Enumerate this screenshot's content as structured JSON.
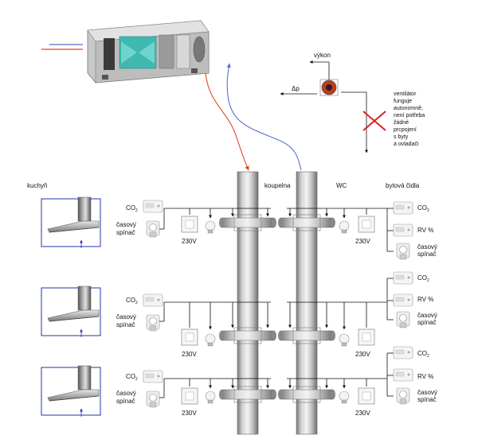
{
  "labels": {
    "kitchen": "kuchyň",
    "bathroom": "koupelna",
    "wc": "WC",
    "room_sensors": "bytová čidla",
    "output": "výkon",
    "delta_p": "Δp",
    "fan_note": [
      "ventilátor",
      "funguje",
      "autonomně,",
      "není potřeba",
      "žádné",
      "prcpojení",
      "s byty",
      "a ovladači"
    ],
    "co2": "CO",
    "co2_sub": "2",
    "rh": "RV %",
    "timer": [
      "časový",
      "spínač"
    ],
    "voltage": "230V"
  },
  "colors": {
    "supply_line": "#e0471f",
    "exhaust_line": "#5a6fd0",
    "frame_line": "#2233aa",
    "cross": "#e02020"
  }
}
